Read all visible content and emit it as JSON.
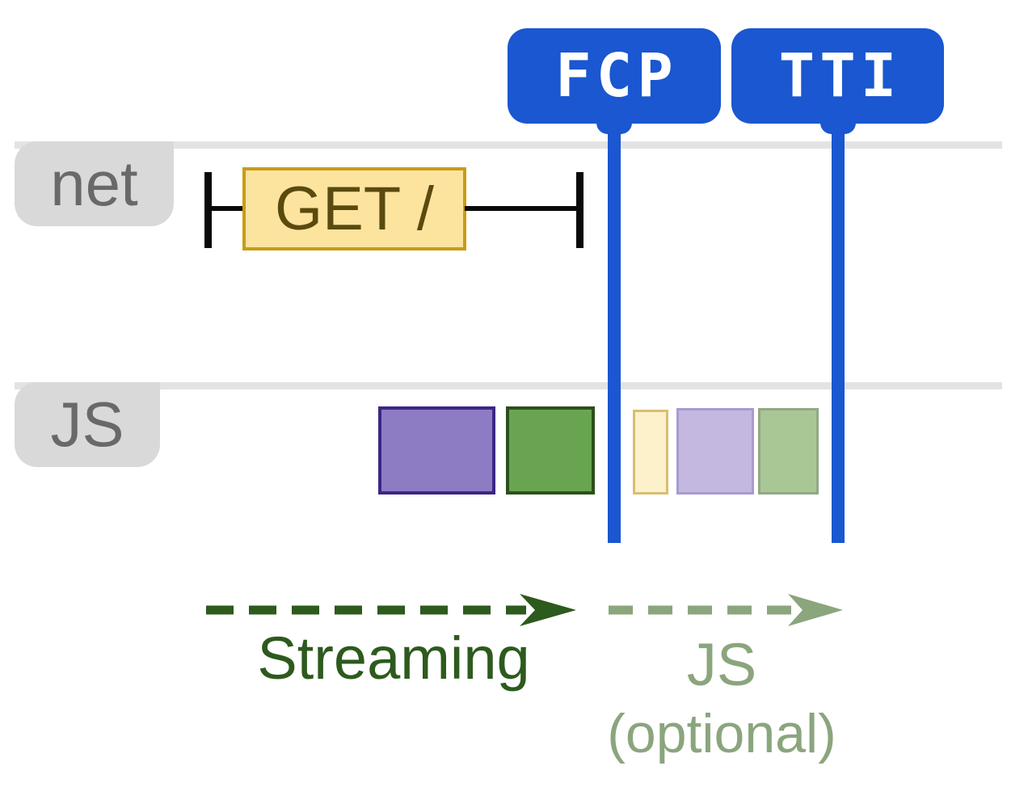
{
  "badges": {
    "fcp": "FCP",
    "tti": "TTI"
  },
  "lanes": {
    "net": "net",
    "js": "JS"
  },
  "request": {
    "label": "GET /"
  },
  "annotations": {
    "streaming_label": "Streaming",
    "js_label": "JS",
    "js_optional_label": "(optional)"
  },
  "js_tasks": [
    {
      "name": "main-task-purple",
      "fill": "#8d7cc3",
      "border": "#3b2684"
    },
    {
      "name": "main-task-green",
      "fill": "#69a551",
      "border": "#2c4f1b"
    },
    {
      "name": "optional-task-yellow",
      "fill": "#fdf1cc",
      "border": "#d9be70"
    },
    {
      "name": "optional-task-lavender",
      "fill": "#c4b8e1",
      "border": "#a89bd0"
    },
    {
      "name": "optional-task-sage",
      "fill": "#a9c795",
      "border": "#92a886"
    }
  ],
  "colors": {
    "marker_blue": "#1a57d0",
    "badge_text": "#ffffff",
    "lane_line_gray": "#e3e3e3",
    "lane_label_gray": "#d9d9d9",
    "lane_label_text": "#696969",
    "request_fill": "#fce49f",
    "request_border": "#c89c17",
    "request_text": "#5b4a0e",
    "whisker_black": "#0a0a0a",
    "streaming_green": "#2d5a1d",
    "optional_sage": "#8ba57d"
  }
}
